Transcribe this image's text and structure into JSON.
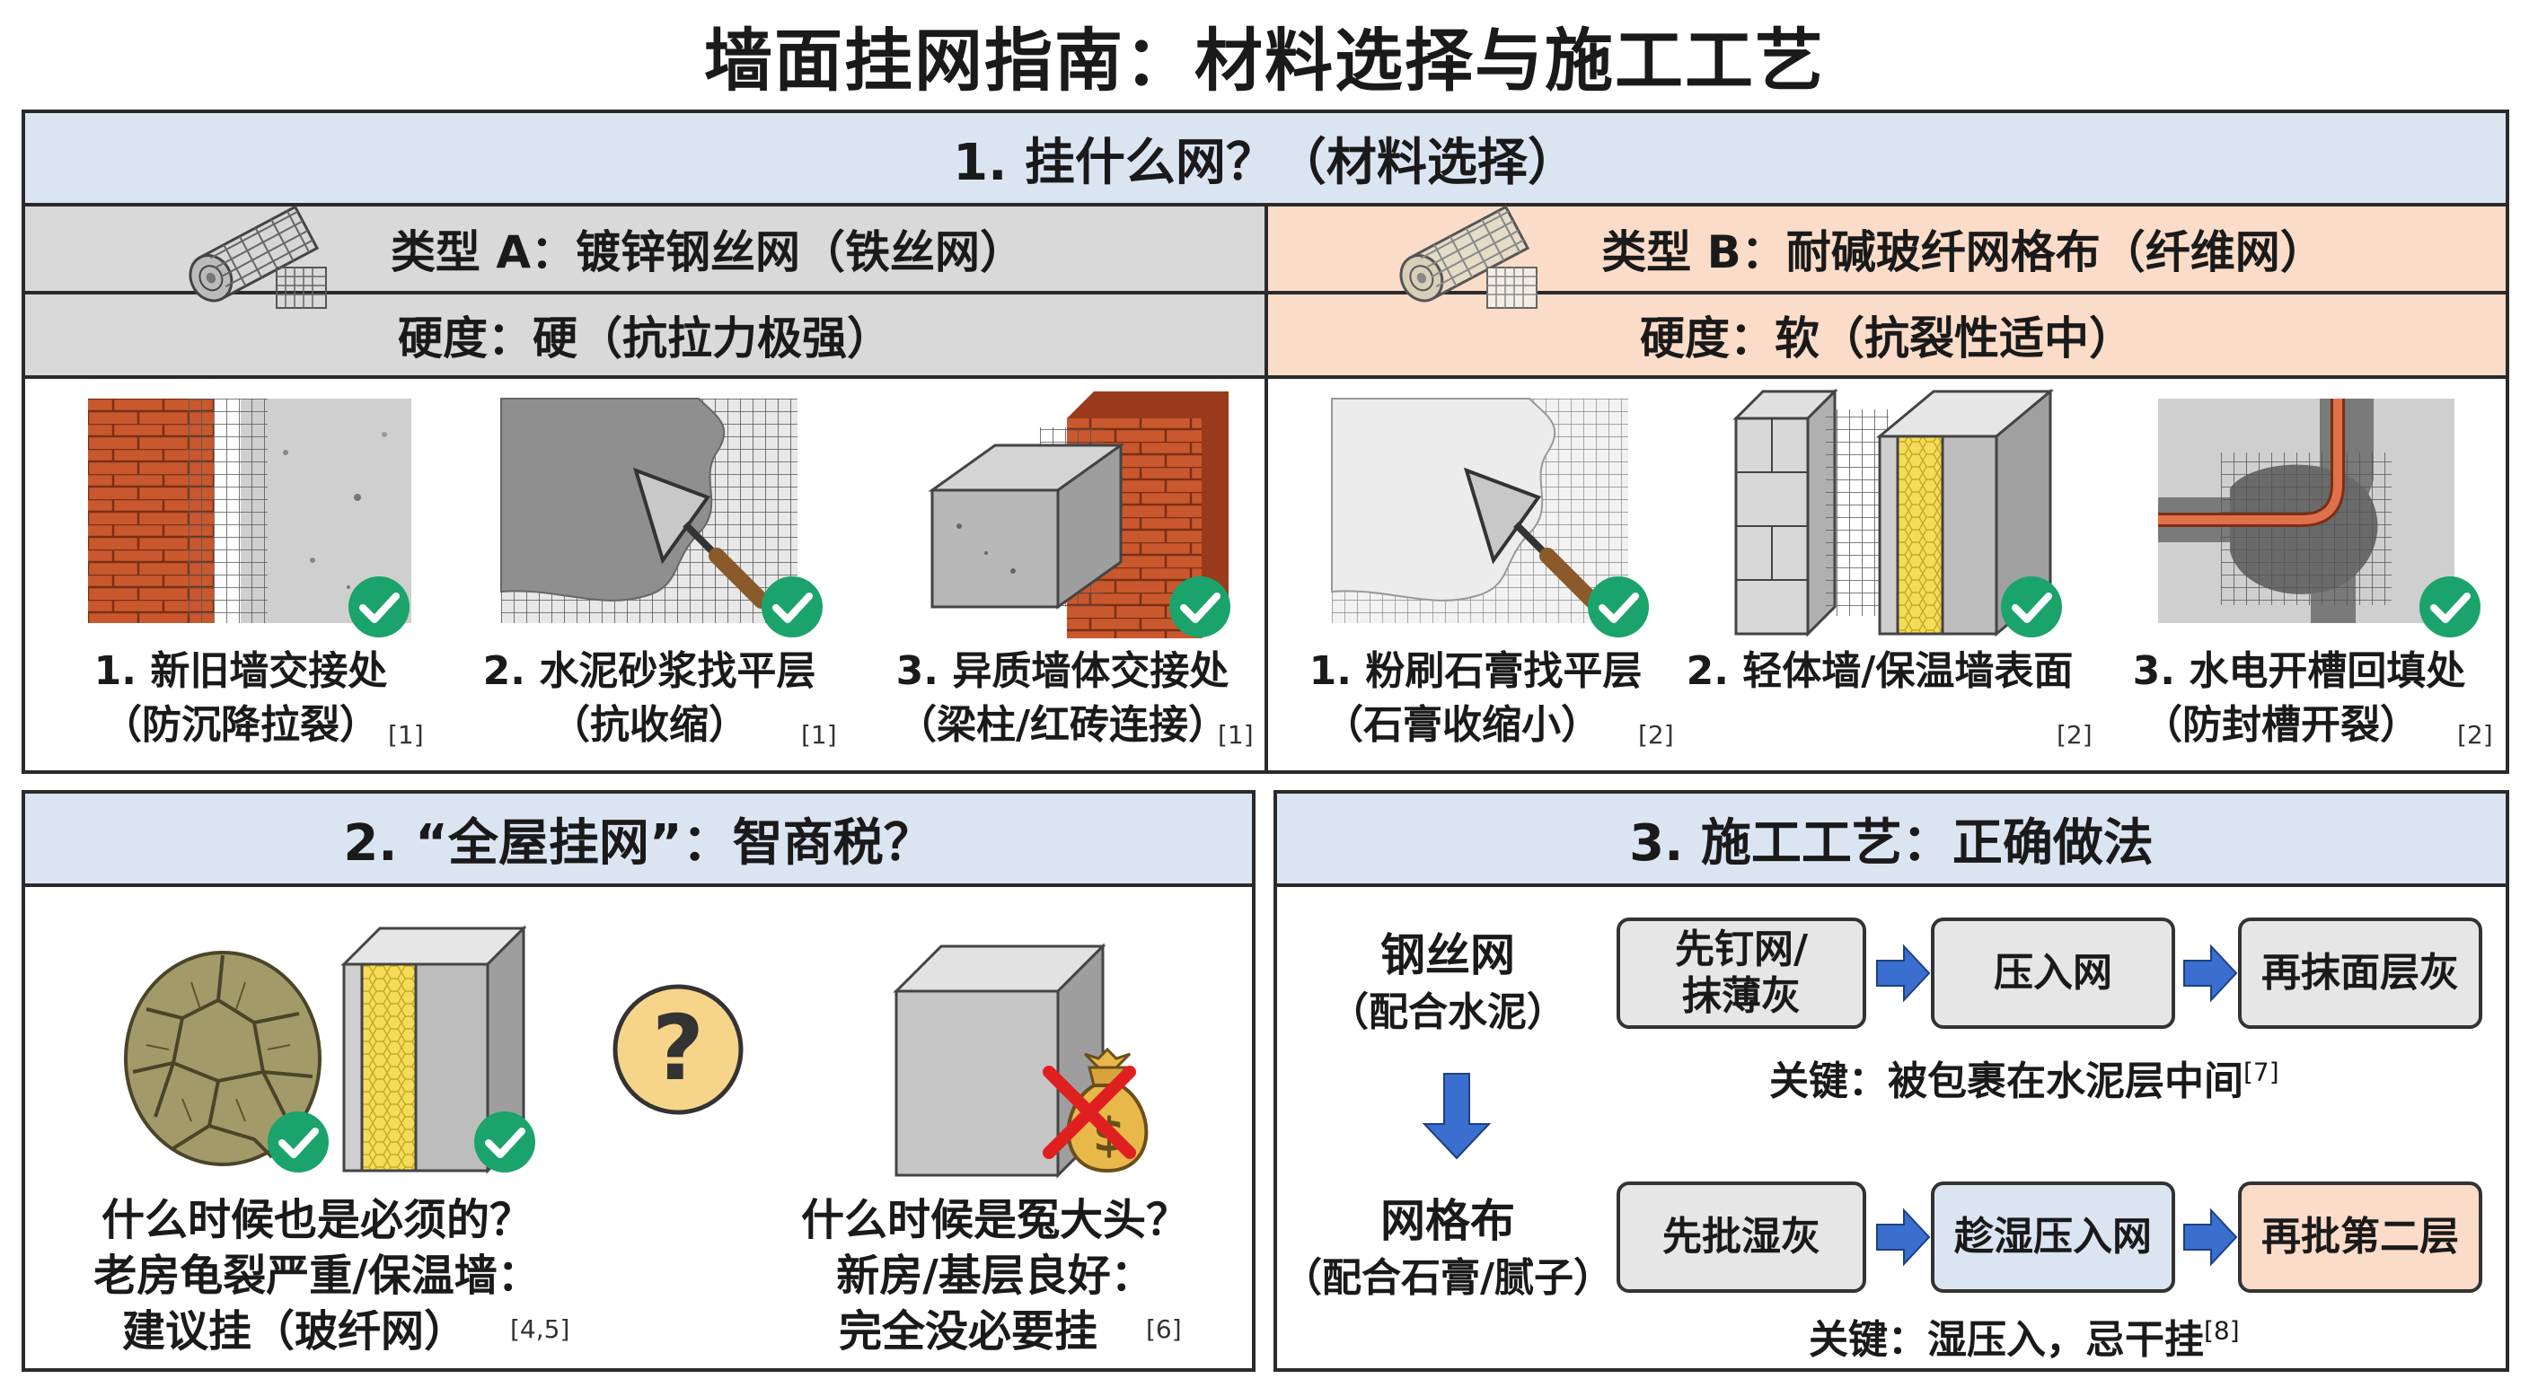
{
  "title": "墙面挂网指南：材料选择与施工工艺",
  "section1": {
    "header": "1. 挂什么网？（材料选择）",
    "typeA": {
      "name": "类型 A：镀锌钢丝网（铁丝网）",
      "hardness": "硬度：硬（抗拉力极强）",
      "uses": [
        {
          "line1": "1. 新旧墙交接处",
          "line2": "（防沉降拉裂）",
          "ref": "[1]"
        },
        {
          "line1": "2. 水泥砂浆找平层",
          "line2": "（抗收缩）",
          "ref": "[1]"
        },
        {
          "line1": "3. 异质墙体交接处",
          "line2": "（梁柱/红砖连接）",
          "ref": "[1]"
        }
      ]
    },
    "typeB": {
      "name": "类型 B：耐碱玻纤网格布（纤维网）",
      "hardness": "硬度：软（抗裂性适中）",
      "uses": [
        {
          "line1": "1. 粉刷石膏找平层",
          "line2": "（石膏收缩小）",
          "ref": "[2]"
        },
        {
          "line1": "2. 轻体墙/保温墙表面",
          "line2": "",
          "ref": "[2]"
        },
        {
          "line1": "3. 水电开槽回填处",
          "line2": "（防封槽开裂）",
          "ref": "[2]"
        }
      ]
    }
  },
  "section2": {
    "header": "2. “全屋挂网”：智商税？",
    "left": {
      "line1": "什么时候也是必须的？",
      "line2": "老房龟裂严重/保温墙：",
      "line3": "建议挂（玻纤网）",
      "ref": "[4,5]"
    },
    "right": {
      "line1": "什么时候是冤大头？",
      "line2": "新房/基层良好：",
      "line3": "完全没必要挂",
      "ref": "[6]"
    },
    "question_mark": "?",
    "money_symbol": "$"
  },
  "section3": {
    "header": "3. 施工工艺：正确做法",
    "steel": {
      "label": "钢丝网",
      "sublabel": "（配合水泥）",
      "steps": [
        "先钉网/\n抹薄灰",
        "压入网",
        "再抹面层灰"
      ],
      "key": "关键：被包裹在水泥层中间",
      "ref": "[7]"
    },
    "mesh": {
      "label": "网格布",
      "sublabel": "（配合石膏/腻子）",
      "steps": [
        "先批湿灰",
        "趁湿压入网",
        "再批第二层"
      ],
      "key": "关键：湿压入，忌干挂",
      "ref": "[8]"
    }
  },
  "colors": {
    "header_blue": "#dbe5f2",
    "typeA_gray": "#d9d9d9",
    "typeB_peach": "#fbdcc8",
    "check_green": "#1aa36b",
    "arrow_blue": "#3a6fd0",
    "brick": "#c9582e",
    "insulation_yellow": "#f3dc5a"
  }
}
